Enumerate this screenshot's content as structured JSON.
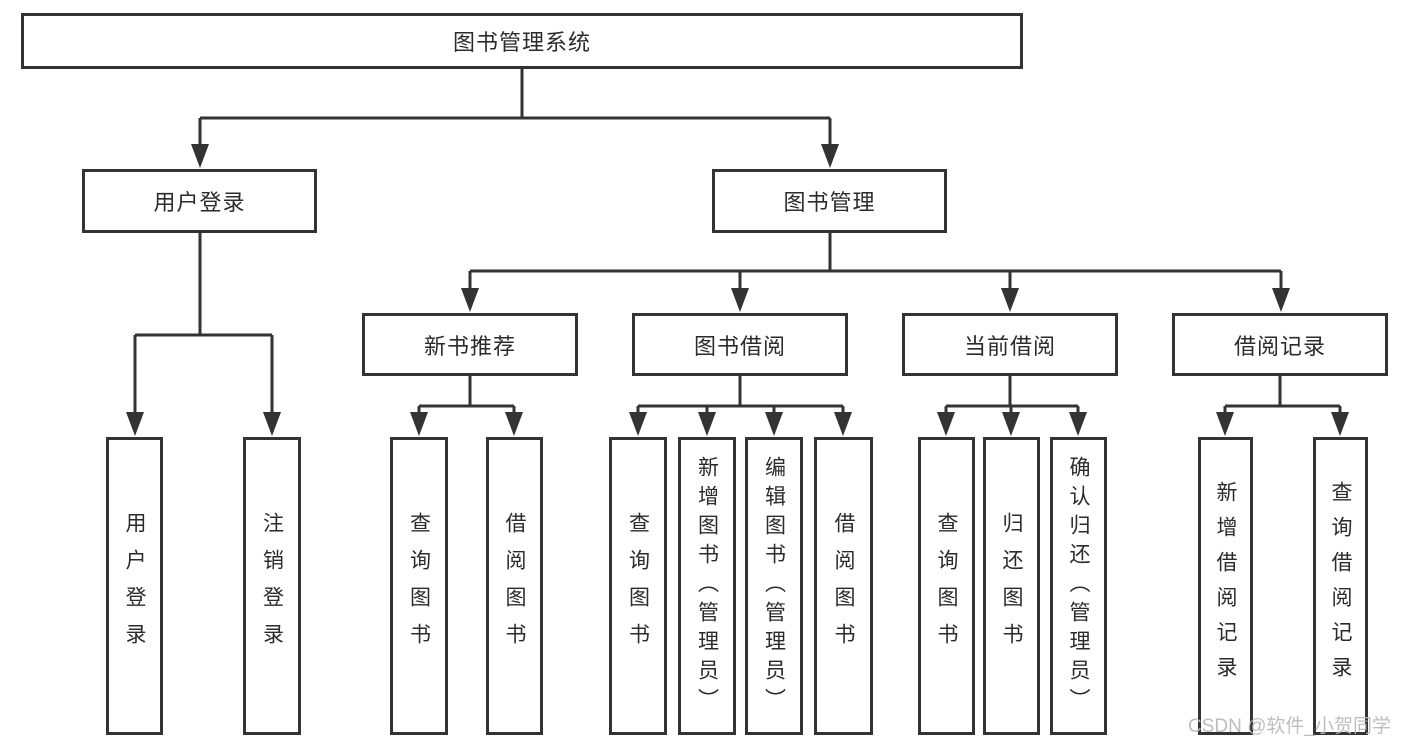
{
  "diagram": {
    "watermark": "CSDN @软件_小贺同学",
    "colors": {
      "line": "#333333",
      "box_border": "#333333",
      "box_background": "#ffffff",
      "text": "#2b2b2b",
      "watermark": "#b9b9b9"
    },
    "nodes": {
      "root": {
        "label": "图书管理系统"
      },
      "user_login_group": {
        "label": "用户登录"
      },
      "book_management": {
        "label": "图书管理"
      },
      "new_book_recommend": {
        "label": "新书推荐"
      },
      "book_borrowing": {
        "label": "图书借阅"
      },
      "current_borrowing": {
        "label": "当前借阅"
      },
      "borrowing_records": {
        "label": "借阅记录"
      },
      "leaf_user_login": {
        "label": "用户登录"
      },
      "leaf_logout": {
        "label": "注销登录"
      },
      "recommend_query_book": {
        "label": "查询图书"
      },
      "recommend_borrow_book": {
        "label": "借阅图书"
      },
      "borrow_query_book": {
        "label": "查询图书"
      },
      "borrow_add_book_admin": {
        "label": "新增图书（管理员）"
      },
      "borrow_edit_book_admin": {
        "label": "编辑图书（管理员）"
      },
      "borrow_borrow_book": {
        "label": "借阅图书"
      },
      "current_query_book": {
        "label": "查询图书"
      },
      "current_return_book": {
        "label": "归还图书"
      },
      "current_confirm_return_admin": {
        "label": "确认归还（管理员）"
      },
      "records_add_record": {
        "label": "新增借阅记录"
      },
      "records_query_record": {
        "label": "查询借阅记录"
      }
    }
  }
}
